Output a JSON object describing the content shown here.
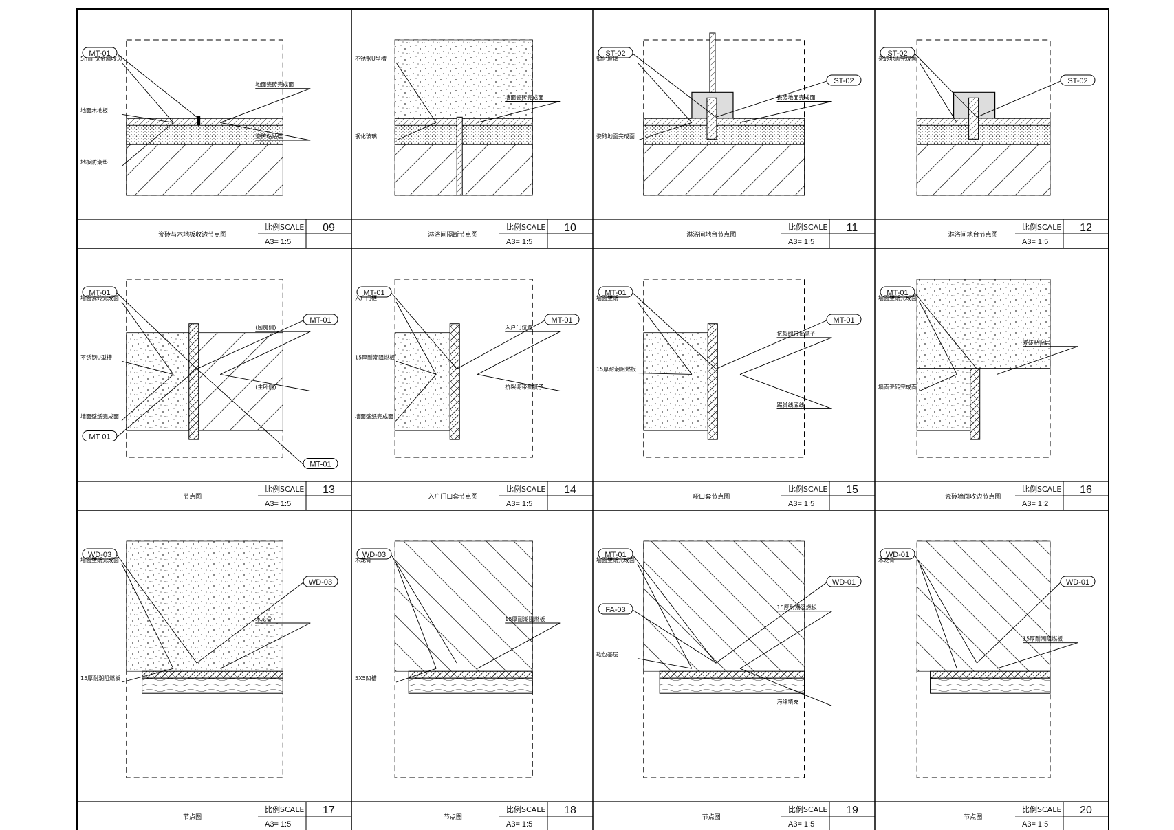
{
  "sheet": {
    "scale_label": "比例SCALE"
  },
  "panels": [
    {
      "number": "09",
      "title": "瓷砖与木地板收边节点图",
      "scale": "A3= 1:5",
      "callouts": [
        "MT-01"
      ],
      "labels": [
        "5mm宽金属收边",
        "地面瓷砖完成面",
        "地面木地板",
        "瓷砖粘贴层",
        "地板防潮垫"
      ]
    },
    {
      "number": "10",
      "title": "淋浴间隔断节点图",
      "scale": "A3= 1:5",
      "callouts": [],
      "labels": [
        "不锈钢U型槽",
        "墙面瓷砖完成面",
        "钢化玻璃"
      ]
    },
    {
      "number": "11",
      "title": "淋浴间地台节点图",
      "scale": "A3= 1:5",
      "callouts": [
        "ST-02",
        "ST-02"
      ],
      "labels": [
        "钢化玻璃",
        "瓷砖地面完成面",
        "瓷砖地面完成面"
      ]
    },
    {
      "number": "12",
      "title": "淋浴间地台节点图",
      "scale": "A3= 1:5",
      "callouts": [
        "ST-02",
        "ST-02"
      ],
      "labels": [
        "瓷砖地面完成面"
      ]
    },
    {
      "number": "13",
      "title": "节点图",
      "scale": "A3= 1:5",
      "callouts": [
        "MT-01",
        "MT-01",
        "MT-01",
        "MT-01"
      ],
      "labels": [
        "墙面瓷砖完成面",
        "(厨房侧)",
        "不锈钢U型槽",
        "(主卧侧)",
        "墙面壁纸完成面"
      ]
    },
    {
      "number": "14",
      "title": "入户门口套节点图",
      "scale": "A3= 1:5",
      "callouts": [
        "MT-01",
        "MT-01"
      ],
      "labels": [
        "入户门框",
        "入户门位置",
        "15厚耐潮阻燃板",
        "抗裂绷带批腻子",
        "墙面壁纸完成面"
      ]
    },
    {
      "number": "15",
      "title": "哑口套节点图",
      "scale": "A3= 1:5",
      "callouts": [
        "MT-01",
        "MT-01"
      ],
      "labels": [
        "墙面壁纸",
        "抗裂绷带批腻子",
        "15厚耐潮阻燃板",
        "踢脚线底线"
      ]
    },
    {
      "number": "16",
      "title": "瓷砖墙面收边节点图",
      "scale": "A3= 1:2",
      "callouts": [
        "MT-01"
      ],
      "labels": [
        "墙面壁纸完成面",
        "瓷砖粘贴层",
        "墙面瓷砖完成面"
      ]
    },
    {
      "number": "17",
      "title": "节点图",
      "scale": "A3= 1:5",
      "callouts": [
        "WD-03",
        "WD-03"
      ],
      "labels": [
        "墙面壁纸完成面",
        "木龙骨",
        "15厚耐潮阻燃板"
      ]
    },
    {
      "number": "18",
      "title": "节点图",
      "scale": "A3= 1:5",
      "callouts": [
        "WD-03"
      ],
      "labels": [
        "木龙骨",
        "15厚耐潮阻燃板",
        "5X5凹槽"
      ]
    },
    {
      "number": "19",
      "title": "节点图",
      "scale": "A3= 1:5",
      "callouts": [
        "MT-01",
        "WD-01",
        "FA-03"
      ],
      "labels": [
        "墙面壁纸完成面",
        "15厚耐潮阻燃板",
        "软包基层",
        "海绵填充"
      ]
    },
    {
      "number": "20",
      "title": "节点图",
      "scale": "A3= 1:5",
      "callouts": [
        "WD-01",
        "WD-01"
      ],
      "labels": [
        "木龙骨",
        "15厚耐潮阻燃板"
      ]
    }
  ]
}
